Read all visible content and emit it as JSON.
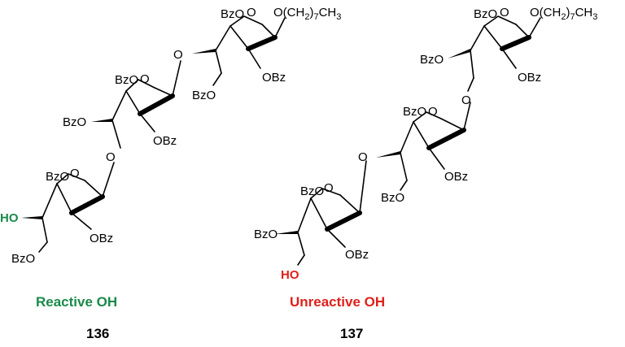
{
  "labels": {
    "bzo": "BzO",
    "obz": "OBz",
    "o": "O",
    "ho": "HO",
    "octyl_prefix": "O(CH",
    "octyl_sub": "2",
    "octyl_suffix_paren": ")",
    "octyl_sub7": "7",
    "octyl_tail": "CH",
    "octyl_sub3": "3"
  },
  "compounds": [
    {
      "number": "136",
      "caption": "Reactive OH",
      "caption_color": "#1a8a4a"
    },
    {
      "number": "137",
      "caption": "Unreactive OH",
      "caption_color": "#e0201b"
    }
  ],
  "colors": {
    "reactive": "#1a8a4a",
    "unreactive": "#e0201b"
  }
}
